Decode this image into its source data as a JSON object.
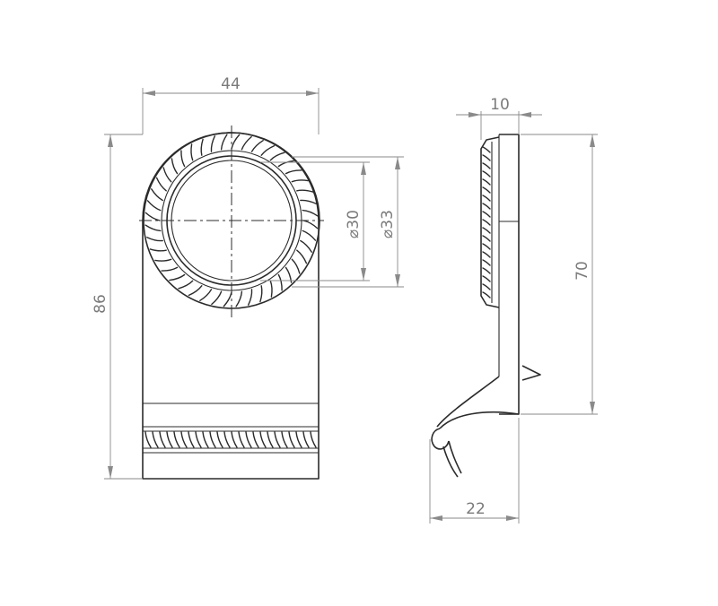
{
  "dimensions": {
    "front_width": "44",
    "front_height": "86",
    "inner_diameter": "30",
    "outer_diameter": "33",
    "diameter_symbol": "⌀",
    "side_thickness": "10",
    "side_height": "70",
    "side_depth": "22"
  }
}
